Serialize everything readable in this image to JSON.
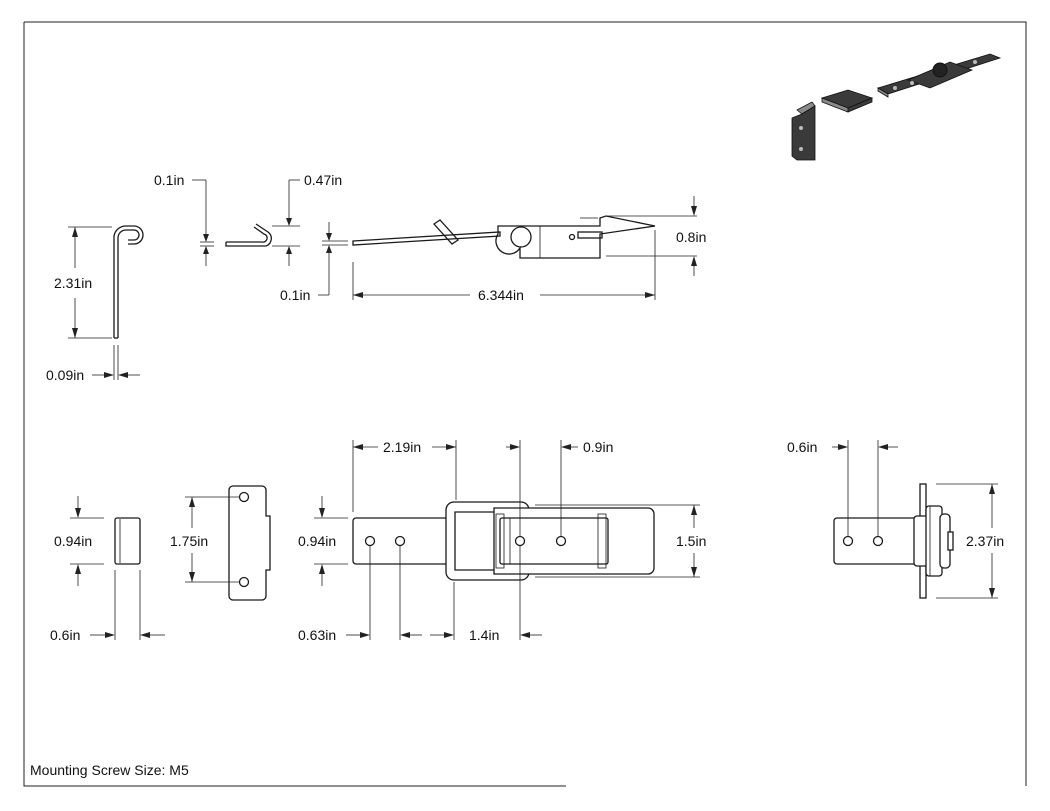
{
  "note": "Mounting Screw Size: M5",
  "dims": {
    "hook_height": "2.31in",
    "hook_thickness": "0.09in",
    "keeper_gap": "0.1in",
    "keeper_depth": "0.47in",
    "latch_offset": "0.1in",
    "latch_height": "0.8in",
    "latch_length": "6.344in",
    "bar_height": "0.94in",
    "bar_width": "0.6in",
    "keeper_hole_spacing": "1.75in",
    "plan_height": "0.94in",
    "plan_length": "2.19in",
    "plan_hole_spacing": "0.9in",
    "plan_width": "1.5in",
    "plan_hole_offset": "0.63in",
    "plan_offset": "1.4in",
    "end_hole_spacing": "0.6in",
    "end_height": "2.37in"
  }
}
